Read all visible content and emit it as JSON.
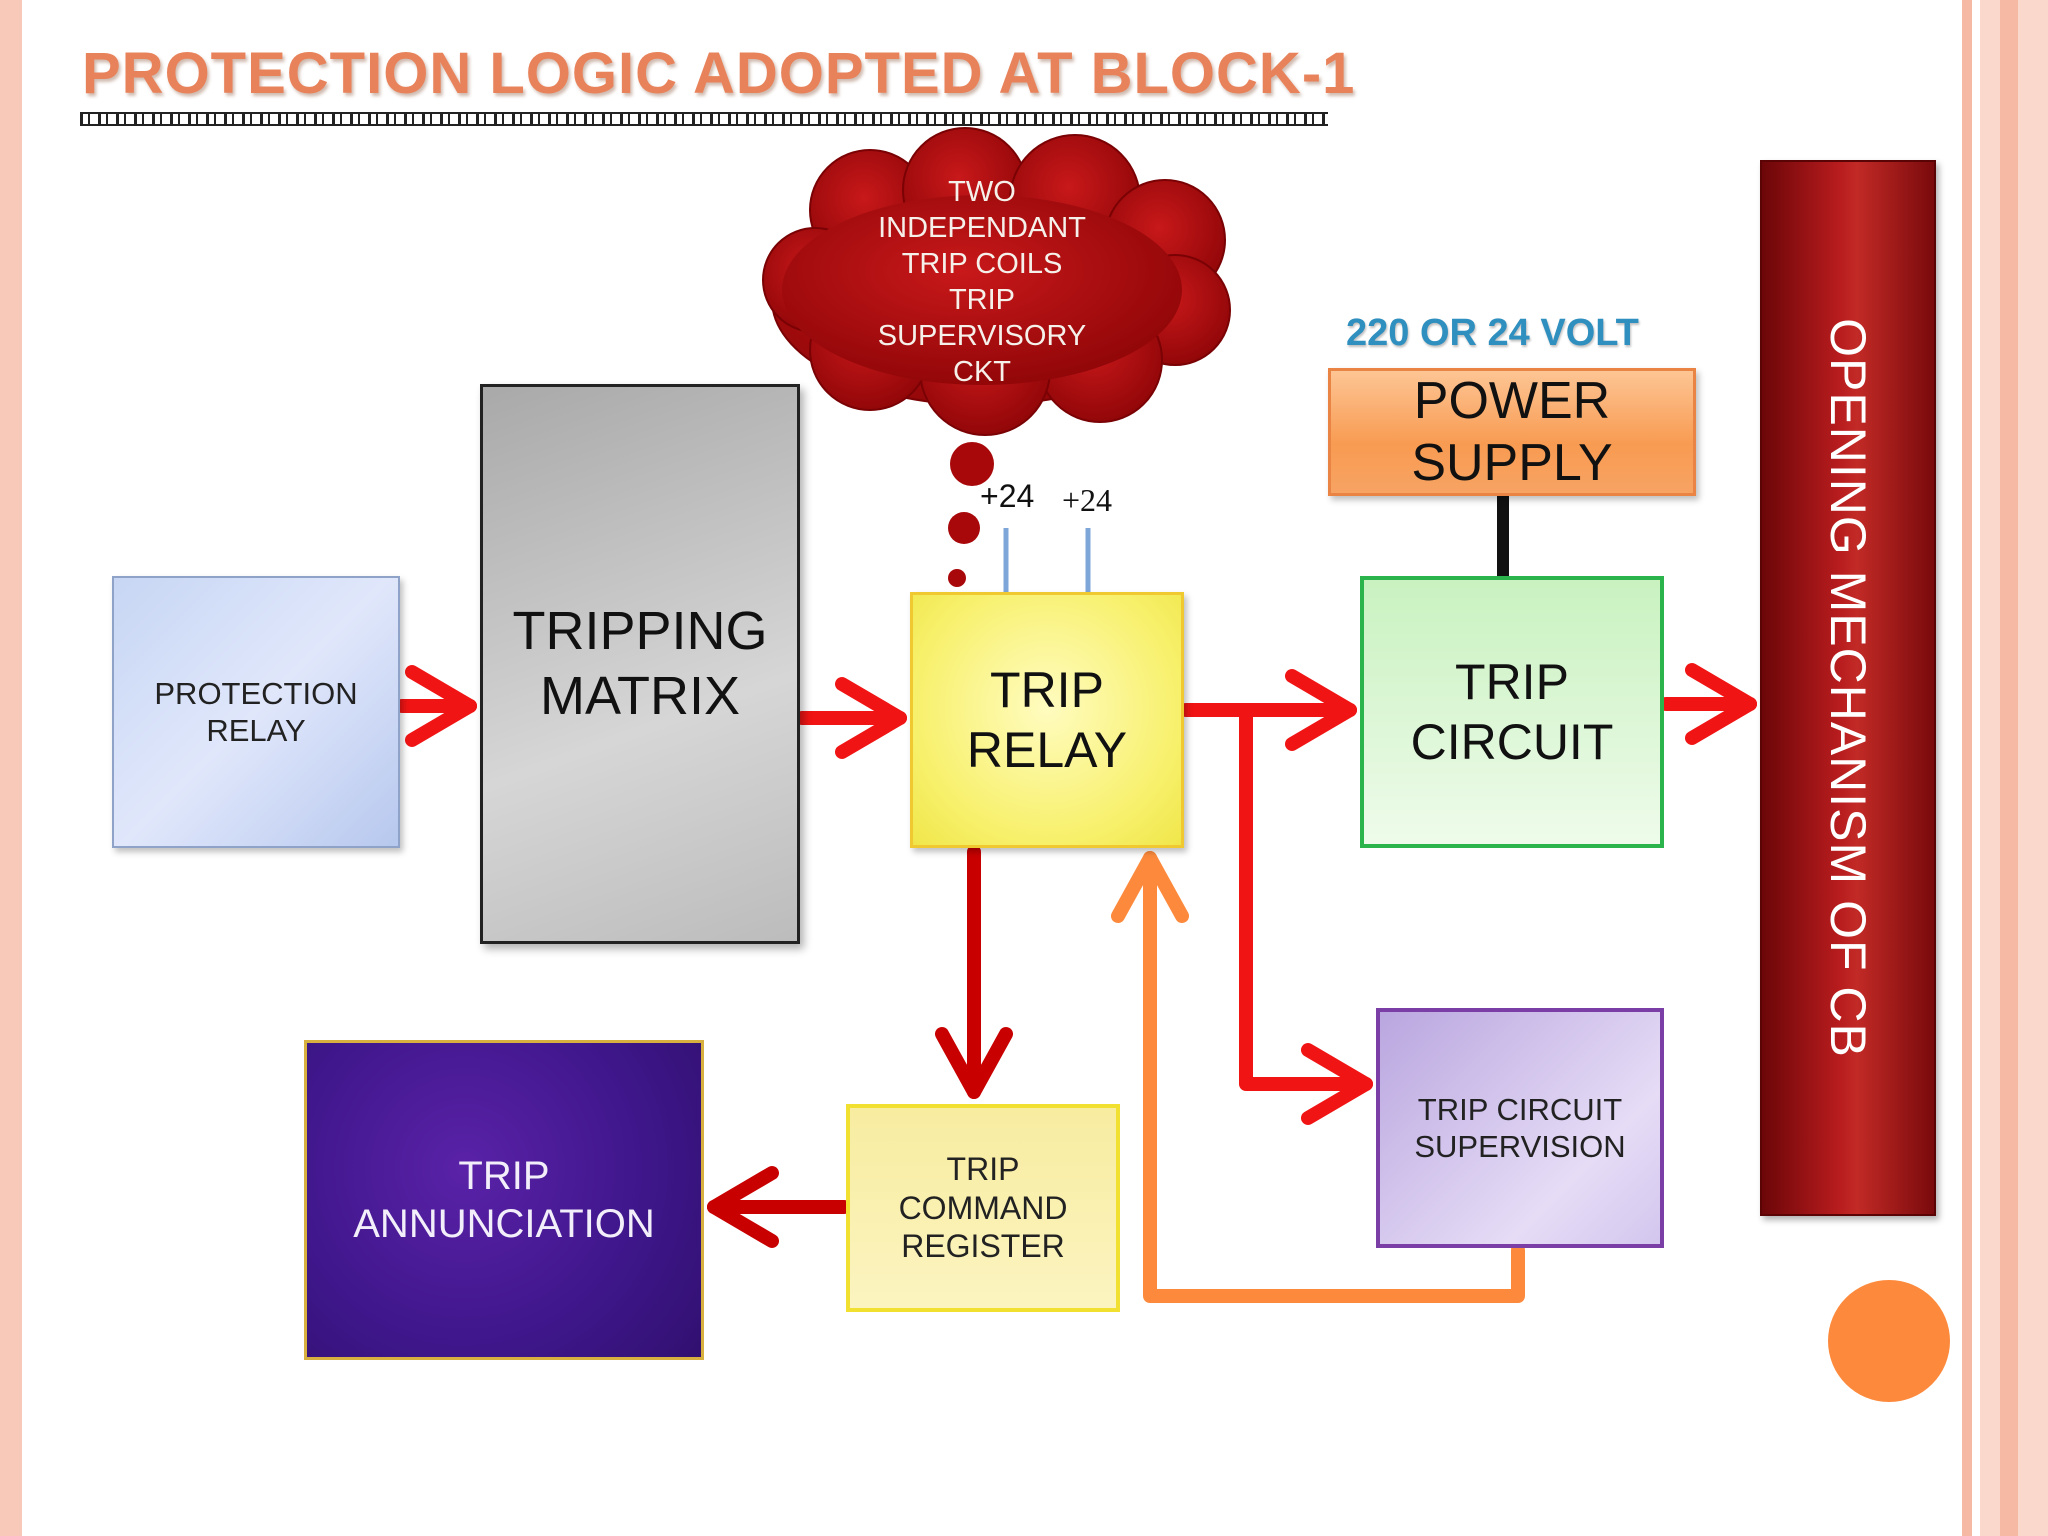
{
  "slide": {
    "title": "PROTECTION LOGIC ADOPTED AT BLOCK-1"
  },
  "blocks": {
    "protection_relay": "PROTECTION\nRELAY",
    "tripping_matrix": "TRIPPING\nMATRIX",
    "trip_relay": "TRIP\nRELAY",
    "power_supply": "POWER\nSUPPLY",
    "trip_circuit": "TRIP\nCIRCUIT",
    "trip_circuit_supervision": "TRIP CIRCUIT\nSUPERVISION",
    "trip_command_register": "TRIP\nCOMMAND\nREGISTER",
    "trip_annunciation": "TRIP\nANNUNCIATION",
    "opening_mechanism": "OPENING MECHANISM OF CB"
  },
  "annotations": {
    "cloud_note": "TWO\nINDEPENDANT\nTRIP COILS\nTRIP\nSUPERVISORY\nCKT",
    "voltage_label": "220 OR 24 VOLT",
    "terminal_1": "+24",
    "terminal_2": "+24"
  },
  "colors": {
    "arrow_red": "#f01414",
    "arrow_dark_red": "#c80000",
    "arrow_orange": "#fd8a3c",
    "title_orange": "#e8825a",
    "cloud_red": "#a8080a",
    "terminal_blue": "#7ea6d8"
  }
}
